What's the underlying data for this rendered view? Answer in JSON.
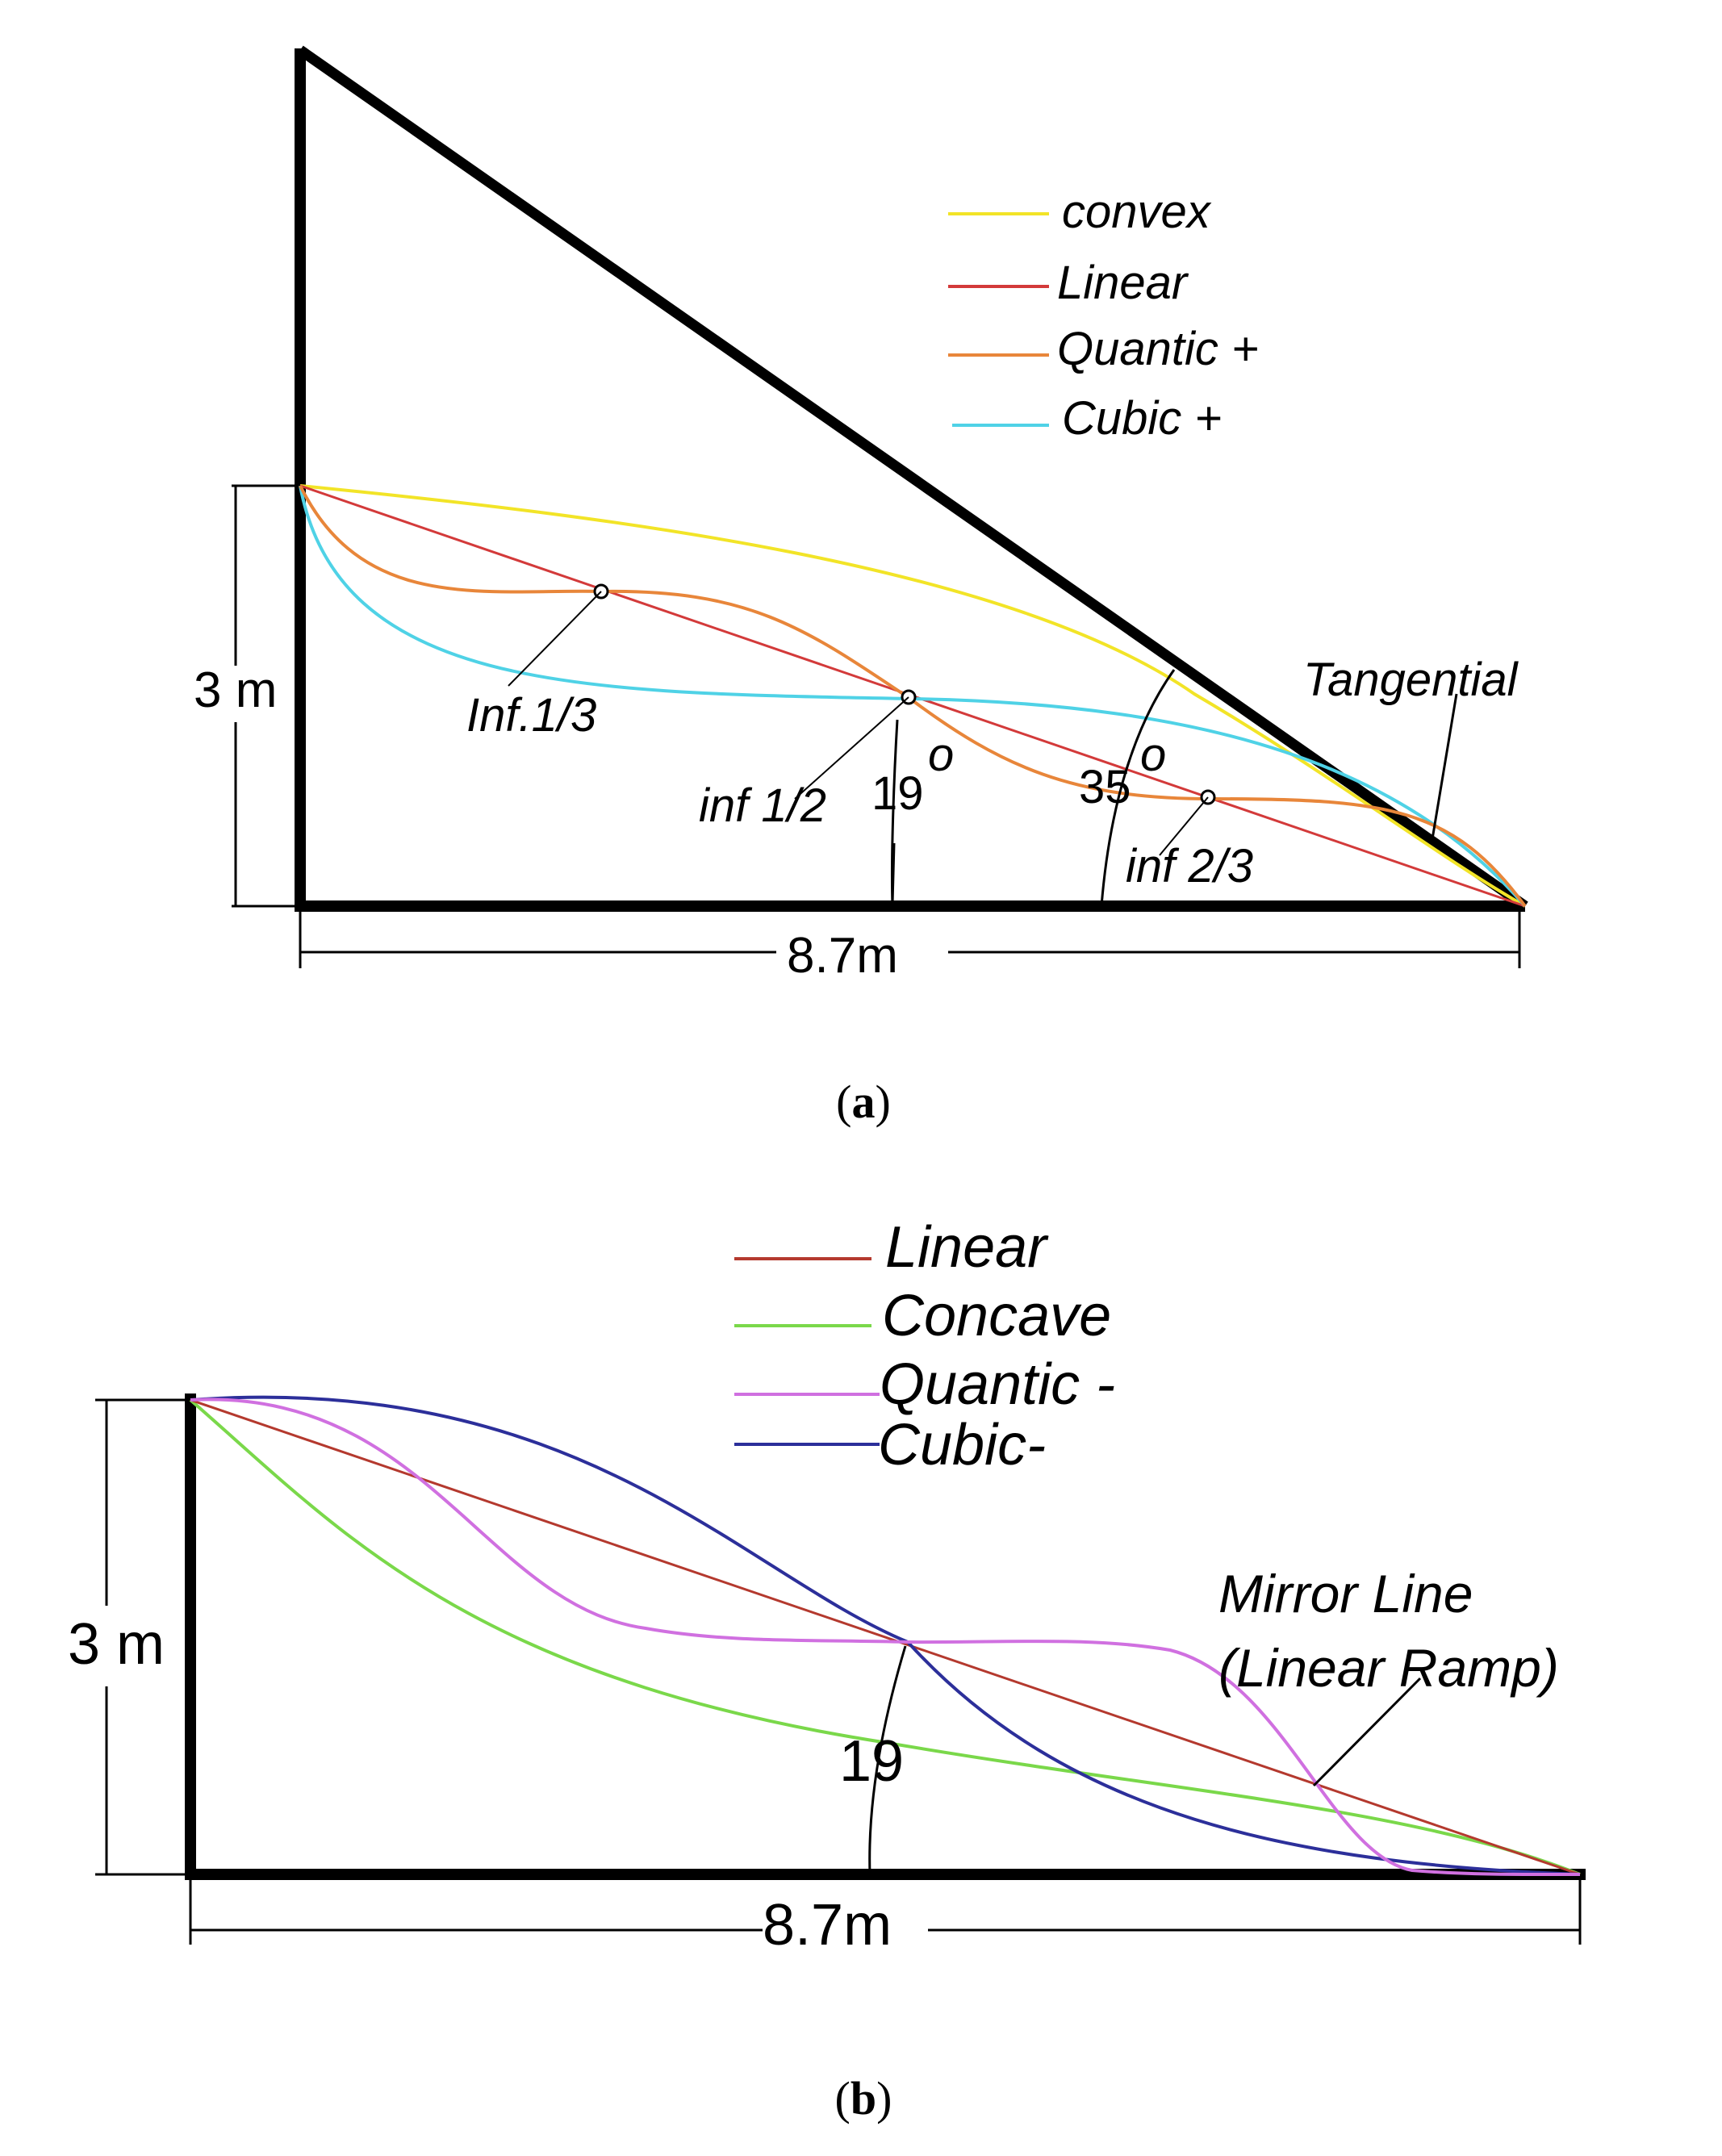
{
  "panel_a": {
    "legend": [
      {
        "label": "convex",
        "color": "#f2e427"
      },
      {
        "label": "Linear",
        "color": "#d33a3a"
      },
      {
        "label": "Quantic +",
        "color": "#e8863a"
      },
      {
        "label": "Cubic +",
        "color": "#4fd2e6"
      }
    ],
    "height_label": "3 m",
    "width_label": "8.7m",
    "angle_19": "19",
    "angle_19_deg": "o",
    "angle_35": "35",
    "angle_35_deg": "o",
    "inf_1_3": "Inf.1/3",
    "inf_1_2": "inf 1/2",
    "inf_2_3": "inf 2/3",
    "tangential": "Tangential",
    "caption_open": "(",
    "caption_letter": "a",
    "caption_close": ")"
  },
  "panel_b": {
    "legend": [
      {
        "label": "Linear",
        "color": "#b4392e"
      },
      {
        "label": "Concave",
        "color": "#7ad84a"
      },
      {
        "label": "Quantic -",
        "color": "#d070e0"
      },
      {
        "label": "Cubic-",
        "color": "#2c2f9a"
      }
    ],
    "height_label": "3 m",
    "width_label": "8.7m",
    "angle_19": "19",
    "mirror_line_1": "Mirror Line",
    "mirror_line_2": "(Linear Ramp)",
    "caption_open": "(",
    "caption_letter": "b",
    "caption_close": ")"
  }
}
